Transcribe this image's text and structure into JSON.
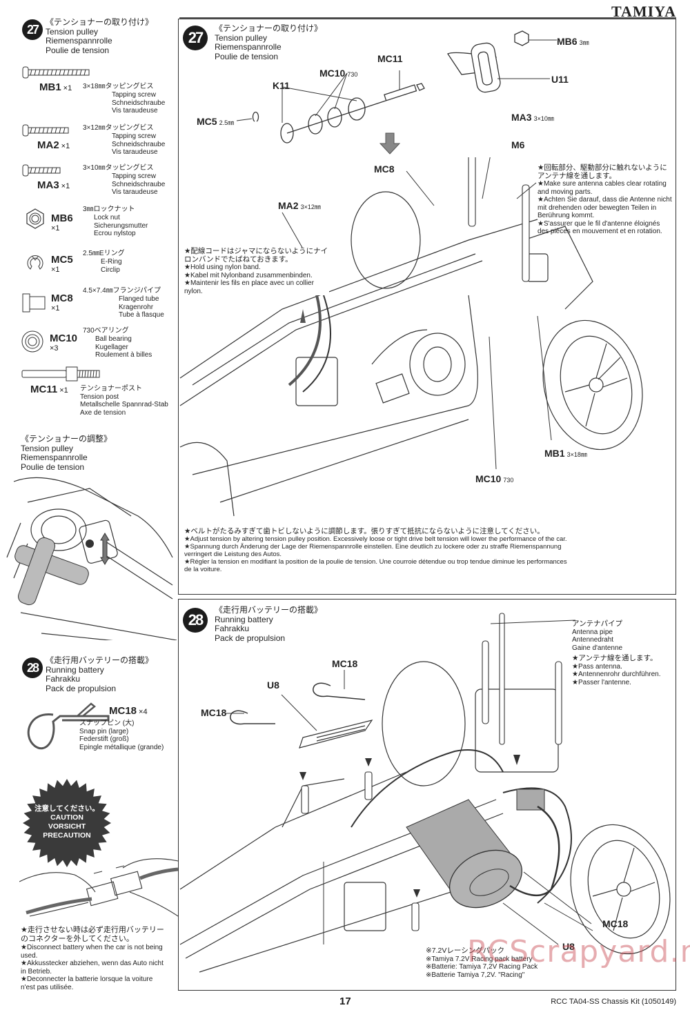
{
  "brand": "TAMIYA",
  "page_number": "17",
  "kit_name": "RCC TA04-SS Chassis Kit (1050149)",
  "watermark": "RCScrapyard.net",
  "sidebar": {
    "step27": {
      "number": "27",
      "title_jp": "《テンショナーの取り付け》",
      "title_en": "Tension pulley",
      "title_de": "Riemenspannrolle",
      "title_fr": "Poulie de tension"
    },
    "parts": [
      {
        "code": "MB1",
        "qty": "×1",
        "jp": "3×18㎜タッピングビス",
        "en": "Tapping screw",
        "de": "Schneidschraube",
        "fr": "Vis taraudeuse",
        "icon": "long-screw-icon"
      },
      {
        "code": "MA2",
        "qty": "×1",
        "jp": "3×12㎜タッピングビス",
        "en": "Tapping screw",
        "de": "Schneidschraube",
        "fr": "Vis taraudeuse",
        "icon": "medium-screw-icon"
      },
      {
        "code": "MA3",
        "qty": "×1",
        "jp": "3×10㎜タッピングビス",
        "en": "Tapping screw",
        "de": "Schneidschraube",
        "fr": "Vis taraudeuse",
        "icon": "short-screw-icon"
      },
      {
        "code": "MB6",
        "qty": "×1",
        "jp": "3㎜ロックナット",
        "en": "Lock nut",
        "de": "Sicherungsmutter",
        "fr": "Ecrou nylstop",
        "icon": "lock-nut-icon"
      },
      {
        "code": "MC5",
        "qty": "×1",
        "jp": "2.5㎜Eリング",
        "en": "E-Ring",
        "de": "Circlip",
        "fr": "",
        "icon": "e-ring-icon"
      },
      {
        "code": "MC8",
        "qty": "×1",
        "jp": "4.5×7.4㎜フランジパイプ",
        "en": "Flanged tube",
        "de": "Kragenrohr",
        "fr": "Tube à flasque",
        "icon": "flanged-tube-icon"
      },
      {
        "code": "MC10",
        "qty": "×3",
        "jp": "730ベアリング",
        "en": "Ball bearing",
        "de": "Kugellager",
        "fr": "Roulement à billes",
        "icon": "ball-bearing-icon"
      },
      {
        "code": "MC11",
        "qty": "×1",
        "jp": "テンショナーポスト",
        "en": "Tension post",
        "de": "Metallschelle Spannrad-Stab",
        "fr": "Axe de tension",
        "icon": "tension-post-icon"
      }
    ],
    "adjust": {
      "title_jp": "《テンショナーの調整》",
      "title_en": "Tension pulley",
      "title_de": "Riemenspannrolle",
      "title_fr": "Poulie de tension"
    },
    "step28": {
      "number": "28",
      "title_jp": "《走行用バッテリーの搭載》",
      "title_en": "Running battery",
      "title_de": "Fahrakku",
      "title_fr": "Pack de propulsion"
    },
    "mc18": {
      "code": "MC18",
      "qty": "×4",
      "jp": "スナップピン (大)",
      "en": "Snap pin (large)",
      "de": "Federstift (groß)",
      "fr": "Epingle métallique (grande)"
    },
    "caution": {
      "jp": "注意してください。",
      "en": "CAUTION",
      "de": "VORSICHT",
      "fr": "PRECAUTION"
    },
    "caution_note": {
      "jp": "★走行させない時は必ず走行用バッテリーのコネクターを外してください。",
      "en": "★Disconnect battery when the car is not being used.",
      "de": "★Akkusstecker abziehen, wenn das Auto nicht in Betrieb.",
      "fr": "★Deconnecter la batterie lorsque la voiture n'est pas utilisée."
    }
  },
  "main27": {
    "number": "27",
    "title_jp": "《テンショナーの取り付け》",
    "title_en": "Tension pulley",
    "title_de": "Riemenspannrolle",
    "title_fr": "Poulie de tension",
    "callouts": {
      "mb6": {
        "code": "MB6",
        "size": "3㎜"
      },
      "mc11": {
        "code": "MC11",
        "size": ""
      },
      "mc10_top": {
        "code": "MC10",
        "size": "730"
      },
      "k11": {
        "code": "K11",
        "size": ""
      },
      "u11": {
        "code": "U11",
        "size": ""
      },
      "mc5": {
        "code": "MC5",
        "size": "2.5㎜"
      },
      "ma3": {
        "code": "MA3",
        "size": "3×10㎜"
      },
      "m6": {
        "code": "M6",
        "size": ""
      },
      "mc8": {
        "code": "MC8",
        "size": ""
      },
      "ma2": {
        "code": "MA2",
        "size": "3×12㎜"
      },
      "mb1": {
        "code": "MB1",
        "size": "3×18㎜"
      },
      "mc10_bottom": {
        "code": "MC10",
        "size": "730"
      }
    },
    "antenna_note": {
      "jp": "★回転部分、駆動部分に触れないようにアンテナ線を通します。",
      "en": "★Make sure antenna cables clear rotating and moving parts.",
      "de": "★Achten Sie darauf, dass die Antenne nicht mit drehenden oder bewegten Teilen in Berührung kommt.",
      "fr": "★S'assurer que le fil d'antenne éloignés des pièces en mouvement et en rotation."
    },
    "nylon_note": {
      "jp": "★配線コードはジャマにならないようにナイロンバンドでたばねておきます。",
      "en": "★Hold using nylon band.",
      "de": "★Kabel mit Nylonband zusammenbinden.",
      "fr": "★Maintenir les fils en place avec un collier nylon."
    },
    "belt_note": {
      "jp": "★ベルトがたるみすぎて歯トビしないように調節します。張りすぎて抵抗にならないように注意してください。",
      "en": "★Adjust tension by altering tension pulley position. Excessively loose or tight drive belt tension will lower the performance of the car.",
      "de": "★Spannung durch Änderung der Lage der Riemenspannrolle einstellen. Eine deutlich zu lockere oder zu straffe Riemenspannung verringert die Leistung des Autos.",
      "fr": "★Régler la tension en modifiant la position de la poulie de tension. Une courroie détendue ou trop tendue diminue les performances de la voiture."
    }
  },
  "main28": {
    "number": "28",
    "title_jp": "《走行用バッテリーの搭載》",
    "title_en": "Running battery",
    "title_de": "Fahrakku",
    "title_fr": "Pack de propulsion",
    "callouts": {
      "mc18_top": "MC18",
      "u8_top": "U8",
      "mc18_left": "MC18",
      "mc18_right": "MC18",
      "u8_bottom": "U8"
    },
    "antenna_pipe": {
      "jp": "アンテナパイプ",
      "en": "Antenna pipe",
      "de": "Antennedraht",
      "fr": "Gaine d'antenne",
      "note_jp": "★アンテナ線を通します。",
      "note_en": "★Pass antenna.",
      "note_de": "★Antennenrohr durchführen.",
      "note_fr": "★Passer l'antenne."
    },
    "battery_note": {
      "jp": "※7.2Vレーシングパック",
      "en": "※Tamiya 7.2V Racing pack battery",
      "de": "※Batterie: Tamiya 7,2V Racing Pack",
      "fr": "※Batterie Tamiya 7,2V. \"Racing\""
    }
  }
}
